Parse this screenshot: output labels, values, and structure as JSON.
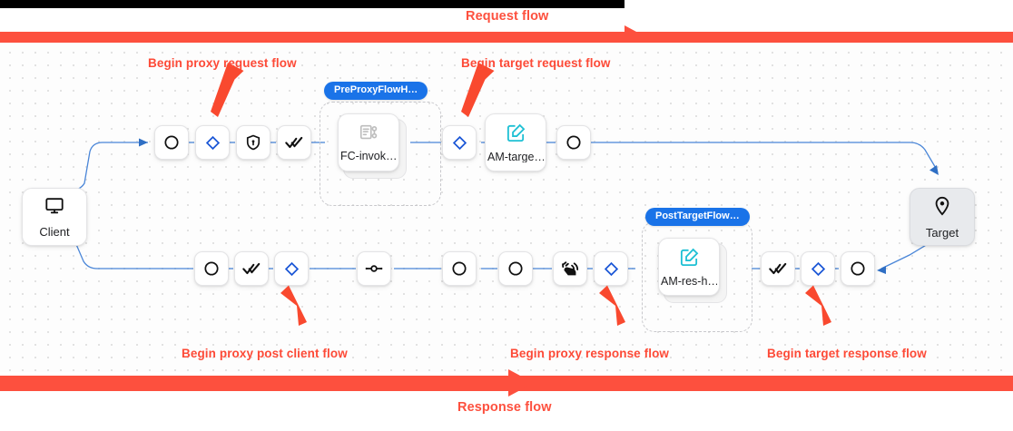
{
  "flows": {
    "request_label": "Request flow",
    "response_label": "Response flow",
    "bar_color": "#fd503e"
  },
  "annotations": [
    {
      "id": "begin-proxy-request-flow",
      "text": "Begin proxy request flow"
    },
    {
      "id": "begin-target-request-flow",
      "text": "Begin target request flow"
    },
    {
      "id": "begin-proxy-post-client-flow",
      "text": "Begin proxy post client flow"
    },
    {
      "id": "begin-proxy-response-flow",
      "text": "Begin proxy response flow"
    },
    {
      "id": "begin-target-response-flow",
      "text": "Begin target response flow"
    }
  ],
  "endpoints": {
    "client": {
      "label": "Client",
      "icon": "monitor-icon"
    },
    "target": {
      "label": "Target",
      "icon": "map-pin-icon",
      "color": "#e8eaed"
    }
  },
  "groups": [
    {
      "id": "preproxy-flow-hook",
      "tag": "PreProxyFlowH…"
    },
    {
      "id": "posttarget-flow-hook",
      "tag": "PostTargetFlow…"
    }
  ],
  "policies": [
    {
      "id": "fc-invoke",
      "label": "FC-invok…",
      "icon": "flow-callout-icon",
      "icon_color": "#bdbdbd"
    },
    {
      "id": "am-target",
      "label": "AM-targe…",
      "icon": "edit-square-icon",
      "icon_color": "#1ec0d4"
    },
    {
      "id": "am-response",
      "label": "AM-res-h…",
      "icon": "edit-square-icon",
      "icon_color": "#1ec0d4"
    }
  ],
  "request_row": [
    {
      "id": "req-step-1",
      "icon": "circle-icon"
    },
    {
      "id": "req-step-2",
      "icon": "diamond-icon"
    },
    {
      "id": "req-step-3",
      "icon": "shield-lock-icon"
    },
    {
      "id": "req-step-4",
      "icon": "double-check-icon"
    },
    {
      "id": "req-step-5",
      "icon": "diamond-icon"
    },
    {
      "id": "req-step-6",
      "icon": "circle-icon"
    }
  ],
  "response_row": [
    {
      "id": "res-step-1",
      "icon": "circle-icon"
    },
    {
      "id": "res-step-2",
      "icon": "double-check-icon"
    },
    {
      "id": "res-step-3",
      "icon": "diamond-icon"
    },
    {
      "id": "res-step-4",
      "icon": "hub-icon"
    },
    {
      "id": "res-step-5",
      "icon": "circle-icon"
    },
    {
      "id": "res-step-6",
      "icon": "circle-icon"
    },
    {
      "id": "res-step-7",
      "icon": "hand-signal-icon"
    },
    {
      "id": "res-step-8",
      "icon": "diamond-icon"
    },
    {
      "id": "res-step-9",
      "icon": "double-check-icon"
    },
    {
      "id": "res-step-10",
      "icon": "diamond-icon"
    },
    {
      "id": "res-step-11",
      "icon": "circle-icon"
    }
  ],
  "colors": {
    "edge": "#4a86d8",
    "diamond": "#1a56d6",
    "group_tag": "#1a73e8",
    "annotation": "#fd4a37"
  }
}
